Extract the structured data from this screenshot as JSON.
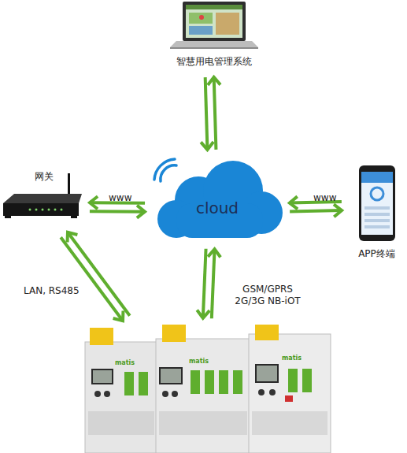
{
  "diagram": {
    "nodes": [
      {
        "text": [
          "智慧用电管理系统"
        ]
      },
      {
        "text": [
          "网关"
        ]
      },
      {
        "text": [
          "cloud"
        ]
      },
      {
        "text": [
          "APP终端"
        ]
      },
      {
        "text": [
          "matis",
          "matis",
          "matis"
        ]
      }
    ],
    "edges": [
      {
        "from": 0,
        "to": 2,
        "arrow": "both"
      },
      {
        "from": 1,
        "to": 2,
        "label": "www",
        "arrow": "both"
      },
      {
        "from": 2,
        "to": 3,
        "label": "www",
        "arrow": "both"
      },
      {
        "from": 1,
        "to": 4,
        "label": "LAN, RS485",
        "arrow": "both"
      },
      {
        "from": 2,
        "to": 4,
        "label": "GSM/GPRS 2G/3G NB-iOT",
        "arrow": "both"
      }
    ]
  }
}
